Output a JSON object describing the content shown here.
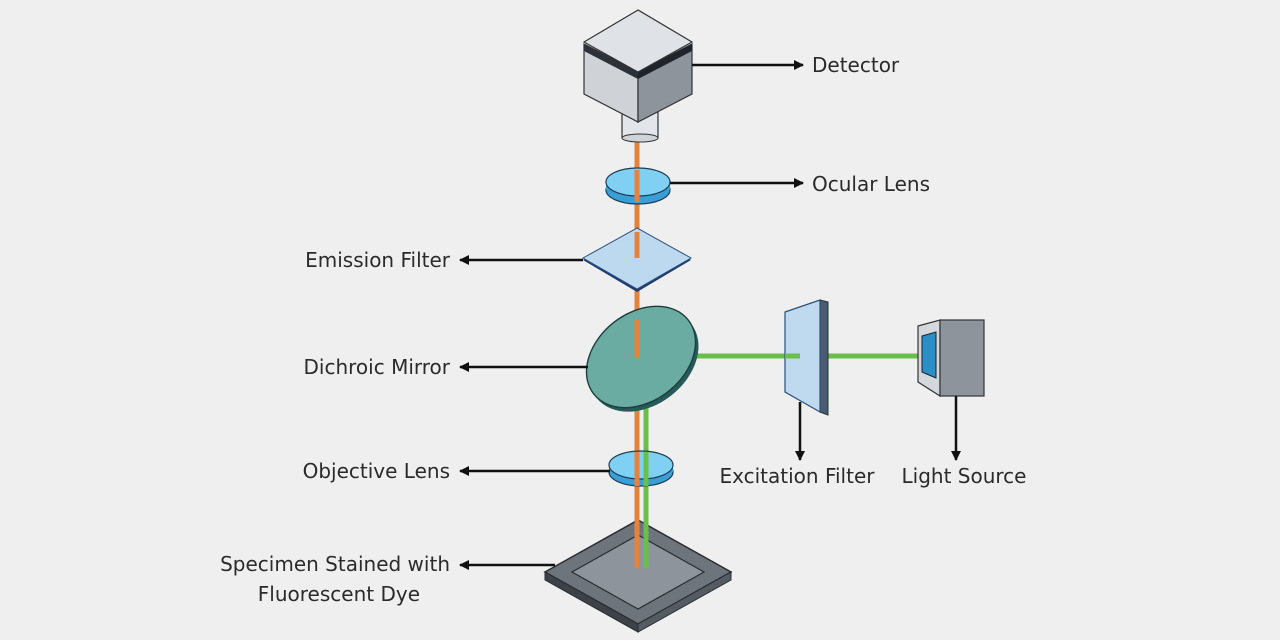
{
  "labels": {
    "detector": "Detector",
    "ocular_lens": "Ocular Lens",
    "emission_filter": "Emission Filter",
    "dichroic_mirror": "Dichroic Mirror",
    "objective_lens": "Objective Lens",
    "specimen_line1": "Specimen Stained with",
    "specimen_line2": "Fluorescent Dye",
    "excitation_filter": "Excitation Filter",
    "light_source": "Light Source"
  },
  "colors": {
    "background": "#efefef",
    "emission_beam": "#e8823a",
    "excitation_beam": "#6abf4b",
    "lens": "#7fd0f2",
    "lens_edge": "#3a9fd6",
    "mirror": "#6aaba2",
    "arrow": "#111111"
  }
}
